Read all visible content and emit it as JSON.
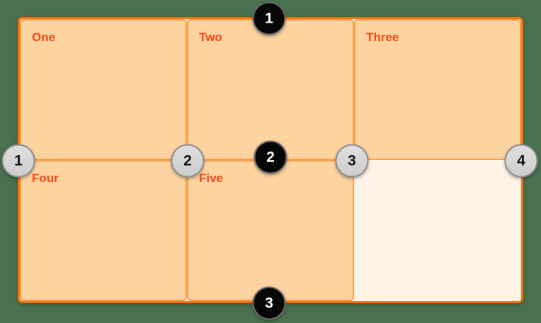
{
  "background_color": "#497150",
  "grid": {
    "container": {
      "border_color": "#F7740E",
      "background": "#FEF3E6"
    },
    "cell_style": {
      "background": "#FDD3A0",
      "border_color": "#F9A04C",
      "label_color": "#F84715"
    },
    "cells": [
      {
        "label": "One"
      },
      {
        "label": "Two"
      },
      {
        "label": "Three"
      },
      {
        "label": "Four"
      },
      {
        "label": "Five"
      },
      {
        "label": ""
      }
    ]
  },
  "badges": {
    "row_line_numbers": [
      "1",
      "2",
      "3"
    ],
    "column_line_numbers": [
      "1",
      "2",
      "3",
      "4"
    ],
    "row_badge_style": {
      "fill": "#070707",
      "ring": "#6E6E6E",
      "text_color": "#FFFFFF"
    },
    "column_badge_style": {
      "fill": "#D6D6D6",
      "ring": "#8E8E8E",
      "text_color": "#111111"
    }
  }
}
